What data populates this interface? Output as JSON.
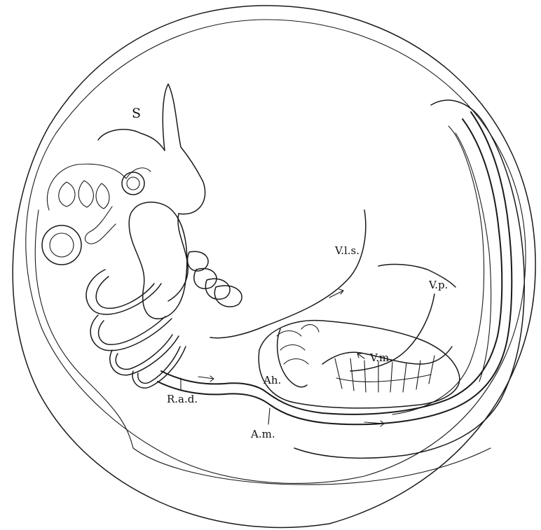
{
  "figure": {
    "labels": {
      "s": "S",
      "vls": "V.l.s.",
      "vp": "V.p.",
      "vm": "V.m.",
      "ah": "Ah.",
      "rad": "R.a.d.",
      "am": "A.m."
    },
    "colors": {
      "ink": "#1a1a1a",
      "background": "#ffffff"
    }
  }
}
